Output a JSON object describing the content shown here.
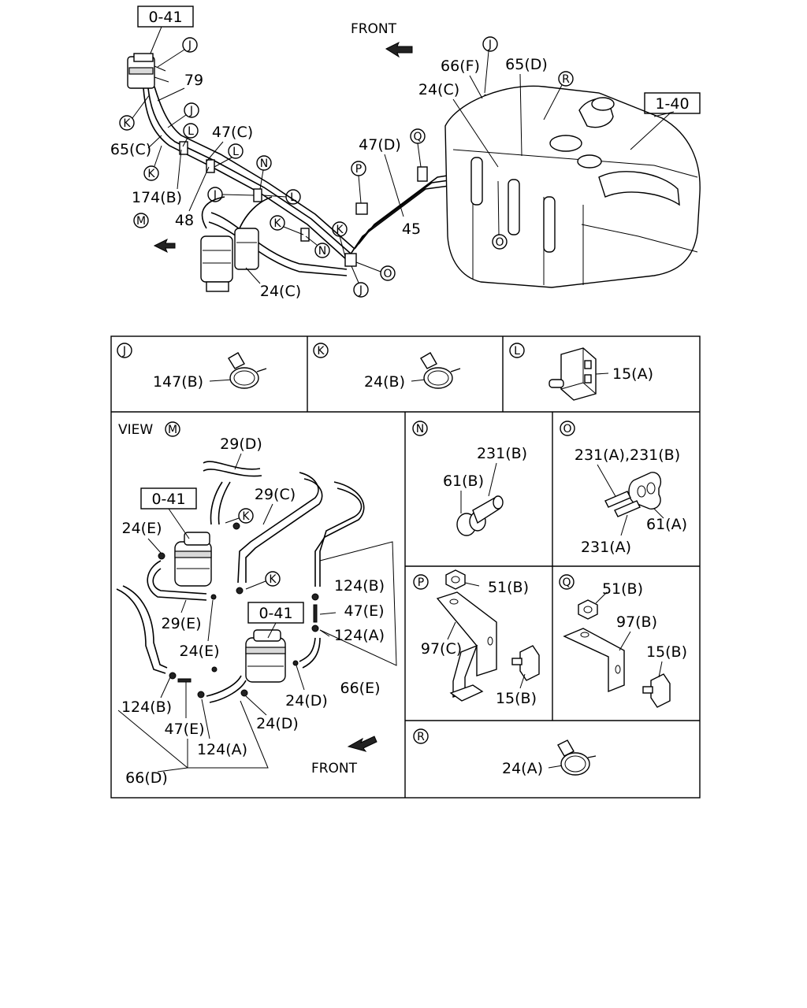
{
  "top": {
    "ref_filter": "0-41",
    "ref_tank": "1-40",
    "front": "FRONT",
    "labels": {
      "j1": "J",
      "k1": "K",
      "k2": "K",
      "l1": "L",
      "l2": "L",
      "m1": "M",
      "n1": "N",
      "n2": "N",
      "j2": "J",
      "j3": "J",
      "k3": "K",
      "k4": "K",
      "j4": "J",
      "o1": "O",
      "o2": "O",
      "p1": "P",
      "q1": "Q",
      "j5": "J",
      "r1": "R"
    },
    "parts": {
      "p79": "79",
      "p65c": "65(C)",
      "p47c": "47(C)",
      "p174b": "174(B)",
      "p48": "48",
      "p24c_bottom": "24(C)",
      "p47d": "47(D)",
      "p45": "45",
      "p66f": "66(F)",
      "p65d": "65(D)",
      "p24c_top": "24(C)"
    }
  },
  "panels": {
    "J": {
      "letter": "J",
      "part": "147(B)"
    },
    "K": {
      "letter": "K",
      "part": "24(B)"
    },
    "L": {
      "letter": "L",
      "part": "15(A)"
    },
    "M": {
      "title": "VIEW",
      "letter": "M",
      "ref1": "0-41",
      "ref2": "0-41",
      "front": "FRONT",
      "k_a": "K",
      "k_b": "K",
      "labels": {
        "p29d": "29(D)",
        "p29c": "29(C)",
        "p24e_a": "24(E)",
        "p124b_r": "124(B)",
        "p47e_r": "47(E)",
        "p124a_r": "124(A)",
        "p29e": "29(E)",
        "p24e_b": "24(E)",
        "p66e": "66(E)",
        "p24d_a": "24(D)",
        "p124b_l": "124(B)",
        "p24d_b": "24(D)",
        "p47e_l": "47(E)",
        "p124a_l": "124(A)",
        "p66d": "66(D)"
      }
    },
    "N": {
      "letter": "N",
      "p231b": "231(B)",
      "p61b": "61(B)"
    },
    "O": {
      "letter": "O",
      "p231ab": "231(A),231(B)",
      "p61a": "61(A)",
      "p231a": "231(A)"
    },
    "P": {
      "letter": "P",
      "p51b": "51(B)",
      "p97c": "97(C)",
      "p15b": "15(B)"
    },
    "Q": {
      "letter": "Q",
      "p51b": "51(B)",
      "p97b": "97(B)",
      "p15b": "15(B)"
    },
    "R": {
      "letter": "R",
      "p24a": "24(A)"
    }
  }
}
